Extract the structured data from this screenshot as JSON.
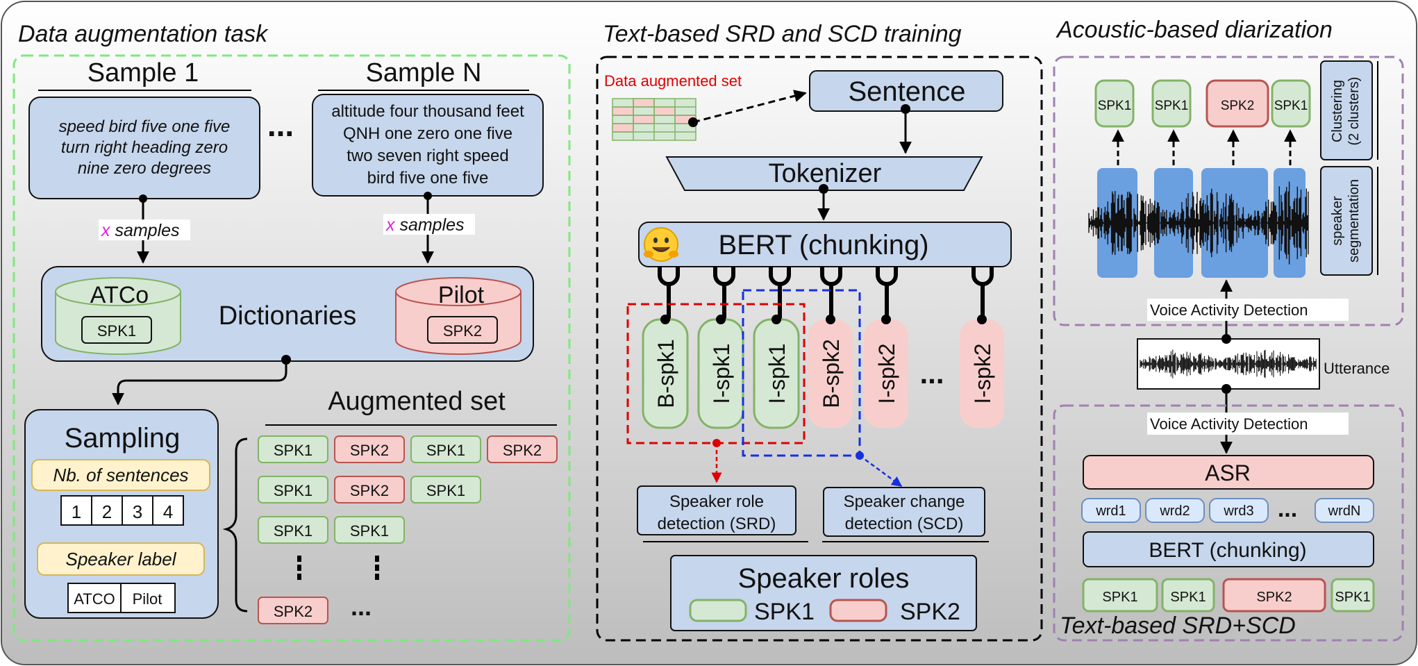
{
  "colors": {
    "green_fill": "#d5e8d4",
    "green_stroke": "#82b366",
    "red_fill": "#f8cecc",
    "red_stroke": "#b85450",
    "blue_fill": "#c6d6ec",
    "yellow_fill": "#fff2cc",
    "yellow_stroke": "#d6b656",
    "waveform_blue": "#6a9fe0",
    "accent_magenta": "#e020e0",
    "green_dash": "#7fe87f",
    "purple_dash": "#a080b0"
  },
  "data_aug": {
    "title": "Data augmentation task",
    "sample1_title": "Sample 1",
    "sample1_lines": [
      "speed bird five one five",
      "turn right heading zero",
      "nine zero degrees"
    ],
    "ellipsis": "...",
    "sampleN_title": "Sample N",
    "sampleN_lines": [
      "altitude four thousand feet",
      "QNH one zero one five",
      "two seven right speed",
      "bird five one five"
    ],
    "x_var": "x",
    "samples_label": "samples",
    "atco": "ATCo",
    "dictionaries": "Dictionaries",
    "pilot": "Pilot",
    "spk1": "SPK1",
    "spk2": "SPK2",
    "sampling": "Sampling",
    "nb_sentences": "Nb. of sentences",
    "numbers": [
      "1",
      "2",
      "3",
      "4"
    ],
    "speaker_label": "Speaker label",
    "label_atco": "ATCO",
    "label_pilot": "Pilot",
    "augmented_set": "Augmented set",
    "aug_rows": [
      [
        "SPK1",
        "SPK2",
        "SPK1",
        "SPK2"
      ],
      [
        "SPK1",
        "SPK2",
        "SPK1"
      ],
      [
        "SPK1",
        "SPK1"
      ],
      [
        "SPK2"
      ]
    ],
    "dots": "..."
  },
  "text_srd": {
    "title": "Text-based SRD and SCD training",
    "data_aug_set": "Data augmented set",
    "sentence": "Sentence",
    "tokenizer": "Tokenizer",
    "bert": "BERT (chunking)",
    "emoji": "🤗",
    "tags": [
      "B-spk1",
      "I-spk1",
      "I-spk1",
      "B-spk2",
      "I-spk2",
      "I-spk2"
    ],
    "dots": "...",
    "srd_lines": [
      "Speaker role",
      "detection (SRD)"
    ],
    "scd_lines": [
      "Speaker change",
      "detection (SCD)"
    ],
    "roles_title": "Speaker roles",
    "role1": "SPK1",
    "role2": "SPK2"
  },
  "acoustic": {
    "title": "Acoustic-based diarization",
    "clusters": [
      "SPK1",
      "SPK1",
      "SPK2",
      "SPK1"
    ],
    "clustering_lines": [
      "Clustering",
      "(2 clusters)"
    ],
    "segmentation_lines": [
      "speaker",
      "segmentation"
    ],
    "vad_label": "Voice Activity Detection",
    "utterance": "Utterance",
    "vad_label2": "Voice Activity Detection",
    "asr": "ASR",
    "words": [
      "wrd1",
      "wrd2",
      "wrd3",
      "wrdN"
    ],
    "dots": "...",
    "bert": "BERT (chunking)",
    "outputs": [
      "SPK1",
      "SPK1",
      "SPK2",
      "SPK1"
    ],
    "footer_title": "Text-based SRD+SCD"
  }
}
